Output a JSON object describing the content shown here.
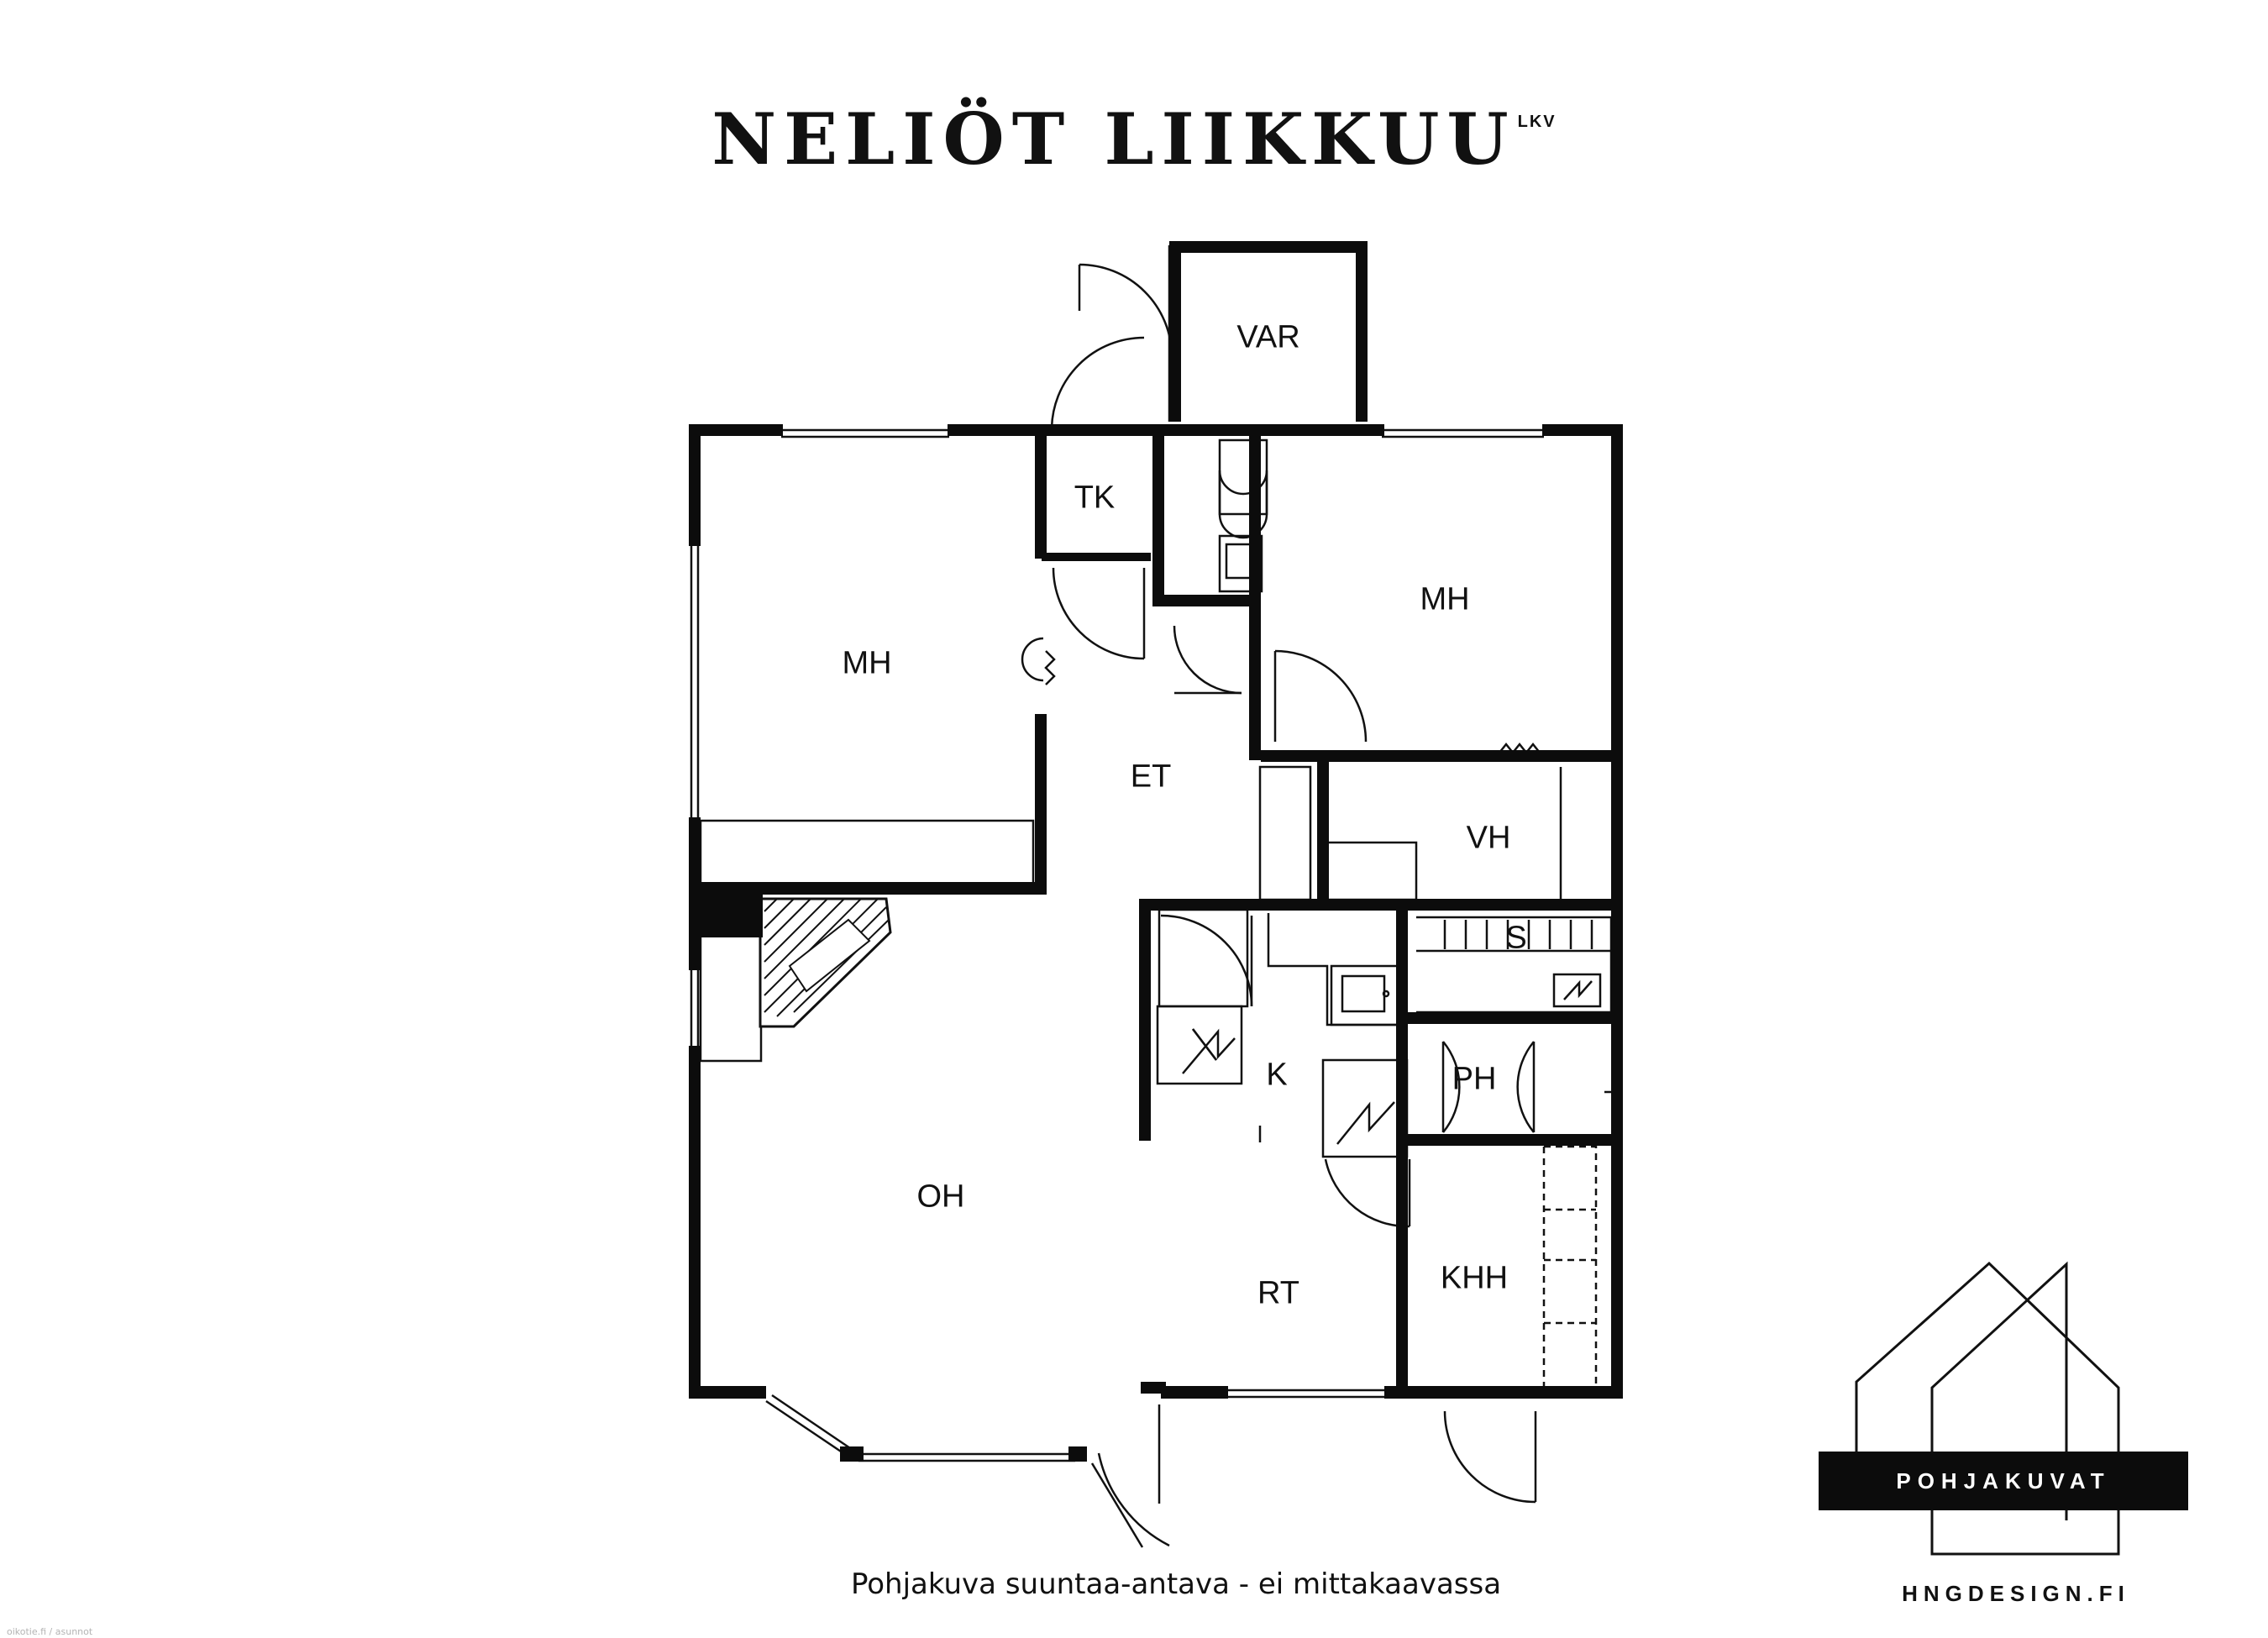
{
  "header": {
    "brand_name": "NELIÖT LIIKKUU",
    "brand_suffix": "LKV"
  },
  "rooms": {
    "var": "VAR",
    "tk": "TK",
    "mh_left": "MH",
    "mh_right": "MH",
    "et": "ET",
    "vh": "VH",
    "s": "S",
    "k": "K",
    "ph": "PH",
    "oh": "OH",
    "rt": "RT",
    "khh": "KHH"
  },
  "footer": {
    "caption": "Pohjakuva suuntaa-antava - ei mittakaavassa",
    "badge": "POHJAKUVAT",
    "site": "HNGDESIGN.FI",
    "watermark": "oikotie.fi / asunnot"
  },
  "colors": {
    "wall": "#0c0c0c",
    "line": "#111111",
    "background": "#ffffff"
  }
}
